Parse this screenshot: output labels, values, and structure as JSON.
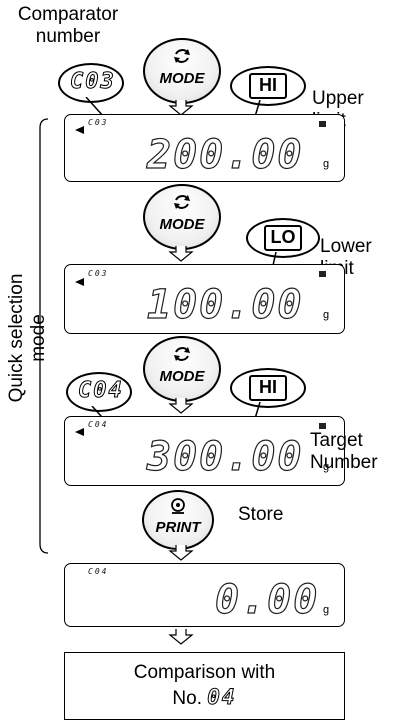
{
  "labels": {
    "comparator_number": [
      "Comparator",
      "number"
    ],
    "upper_limit": [
      "Upper",
      "limit"
    ],
    "lower_limit": [
      "Lower",
      "limit"
    ],
    "target_number": [
      "Target",
      "Number"
    ],
    "store": "Store",
    "quick_selection_mode": "Quick selection mode"
  },
  "keys": {
    "mode": "MODE",
    "print": "PRINT"
  },
  "bubbles": {
    "c03": "C03",
    "c04": "C04",
    "hi": "HI",
    "lo": "LO"
  },
  "displays": [
    {
      "code": "C03",
      "value": "200.00",
      "unit": "g"
    },
    {
      "code": "C03",
      "value": "100.00",
      "unit": "g"
    },
    {
      "code": "C04",
      "value": "300.00",
      "unit": "g"
    },
    {
      "code": "C04",
      "value": "0.00",
      "unit": "g"
    }
  ],
  "result": {
    "line1": "Comparison with",
    "line2_prefix": "No.",
    "line2_number": "04"
  }
}
